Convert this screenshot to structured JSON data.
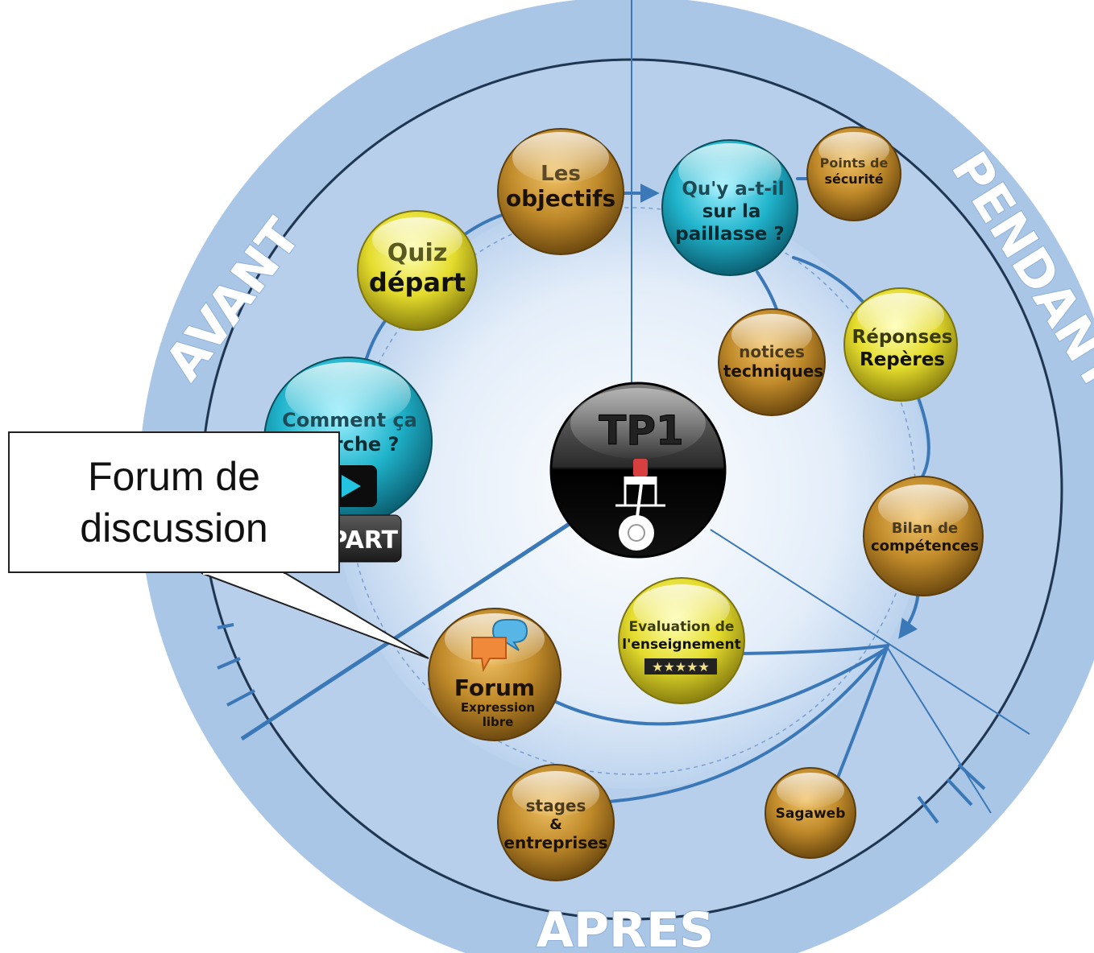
{
  "ring_labels": {
    "before": "AVANT",
    "during": "PENDANT",
    "after": "APRES"
  },
  "center": {
    "title": "TP1"
  },
  "nodes": {
    "objectifs": [
      "Les",
      "objectifs"
    ],
    "paillasse": [
      "Qu'y a-t-il",
      "sur la",
      "paillasse ?"
    ],
    "securite": [
      "Points de",
      "sécurité"
    ],
    "quiz": [
      "Quiz",
      "départ"
    ],
    "notices": [
      "notices",
      "techniques"
    ],
    "reponses": [
      "Réponses",
      "Repères"
    ],
    "comment": [
      "Comment ça",
      "marche ?"
    ],
    "depart_button": "DEPART",
    "bilan": [
      "Bilan de",
      "compétences"
    ],
    "evaluation": [
      "Evaluation de",
      "l'enseignement"
    ],
    "forum": [
      "Forum",
      "Expression",
      "libre"
    ],
    "stages": [
      "stages",
      "&",
      "entreprises"
    ],
    "sagaweb": "Sagaweb"
  },
  "callout": {
    "line1": "Forum de",
    "line2": "discussion"
  },
  "colors": {
    "outer_ring": "#a9c6e6",
    "inner_disc": "#c9dcf2",
    "line": "#3a78b8",
    "bronze": "#b07c22",
    "cyan": "#22aec4",
    "yellow": "#e2d62a"
  }
}
